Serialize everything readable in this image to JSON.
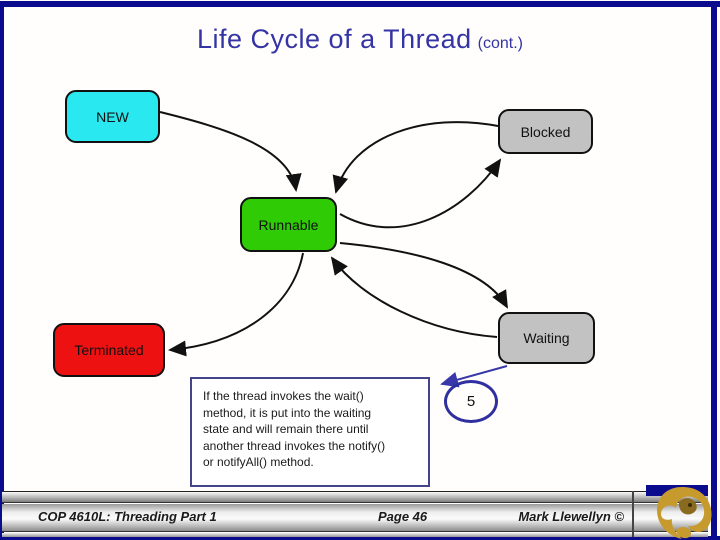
{
  "slide": {
    "title": "Life Cycle of a Thread",
    "title_suffix": "(cont.)"
  },
  "states": {
    "new": {
      "label": "NEW",
      "fill": "#2ae8ef"
    },
    "blocked": {
      "label": "Blocked",
      "fill": "#c2c2c2"
    },
    "runnable": {
      "label": "Runnable",
      "fill": "#2fcc05"
    },
    "waiting": {
      "label": "Waiting",
      "fill": "#c2c2c2"
    },
    "terminated": {
      "label": "Terminated",
      "fill": "#ee1111"
    }
  },
  "callout": {
    "number": "5",
    "lines": [
      "If the thread invokes the wait()",
      "method, it is put into the waiting",
      "state and will remain there until",
      "another thread invokes the notify()",
      "or notifyAll() method."
    ]
  },
  "footer": {
    "course": "COP 4610L: Threading Part 1",
    "page": "Page 46",
    "author": "Mark Llewellyn ©"
  },
  "colors": {
    "accent_navy": "#0b0b8e",
    "title_blue": "#3434a4",
    "callout_border": "#44448a",
    "ellipse_navy": "#2f2fa0",
    "arrow_black": "#111111",
    "arrow_blue": "#3838a8",
    "footer_text": "#1a1a1a",
    "logo_gold": "#c79a2e"
  }
}
